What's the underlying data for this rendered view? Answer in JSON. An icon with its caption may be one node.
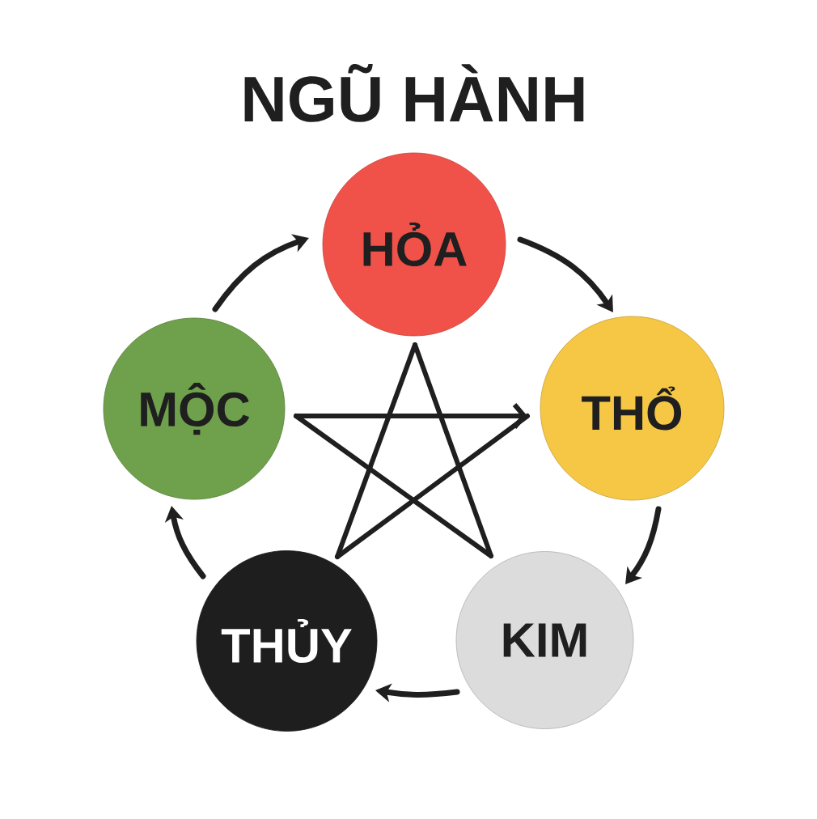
{
  "diagram": {
    "title": "NGŨ HÀNH",
    "nodes": [
      {
        "text": [
          "HỎA"
        ]
      },
      {
        "text": [
          "MỘC"
        ]
      },
      {
        "text": [
          "THỔ"
        ]
      },
      {
        "text": [
          "THỦY"
        ]
      },
      {
        "text": [
          "KIM"
        ]
      }
    ],
    "edges": [
      {
        "from": 1,
        "to": 0,
        "arrow": "to"
      },
      {
        "from": 0,
        "to": 2,
        "arrow": "to"
      },
      {
        "from": 2,
        "to": 4,
        "arrow": "to"
      },
      {
        "from": 4,
        "to": 3,
        "arrow": "to"
      },
      {
        "from": 3,
        "to": 1,
        "arrow": "to"
      },
      {
        "from": 1,
        "to": 2,
        "arrow": "to"
      },
      {
        "from": 2,
        "to": 3,
        "arrow": "none"
      },
      {
        "from": 3,
        "to": 0,
        "arrow": "none"
      },
      {
        "from": 0,
        "to": 4,
        "arrow": "none"
      },
      {
        "from": 4,
        "to": 1,
        "arrow": "none"
      }
    ]
  }
}
